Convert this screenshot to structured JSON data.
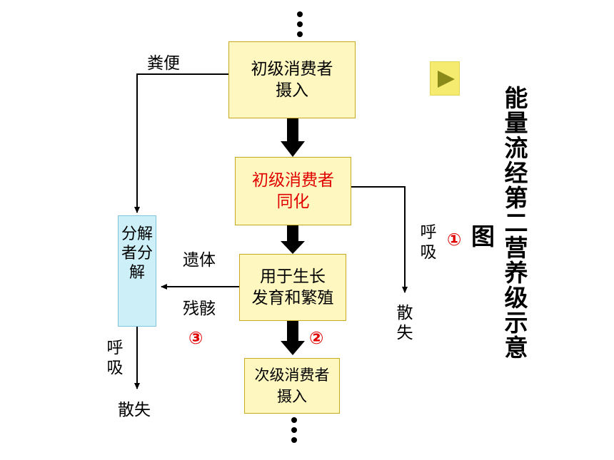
{
  "boxes": {
    "primary_intake": "初级消费者\n摄入",
    "primary_assimilation": "初级消费者\n同化",
    "growth": "用于生长\n发育和繁殖",
    "secondary_intake": "次级消费者\n摄入",
    "decomposer": "分解者分解"
  },
  "labels": {
    "feces": "粪便",
    "remains_top": "遗体",
    "remains_bottom": "残骸",
    "respiration_right": "呼吸",
    "dissipation_right": "散失",
    "respiration_left": "呼吸",
    "dissipation_left": "散失"
  },
  "markers": {
    "one": "①",
    "two": "②",
    "three": "③"
  },
  "title": "能量流经第二营养级示意图",
  "title_main": "能量流经第二营养级示意",
  "title_last": "图",
  "colors": {
    "box_fill": "#fff7c0",
    "box_border": "#c8a820",
    "decomposer_fill": "#cdeff8",
    "highlight_text": "#e00000",
    "play_button": "#f5eb6e",
    "play_triangle": "#8a8a1a"
  },
  "icons": {
    "play": "play-triangle-icon"
  }
}
